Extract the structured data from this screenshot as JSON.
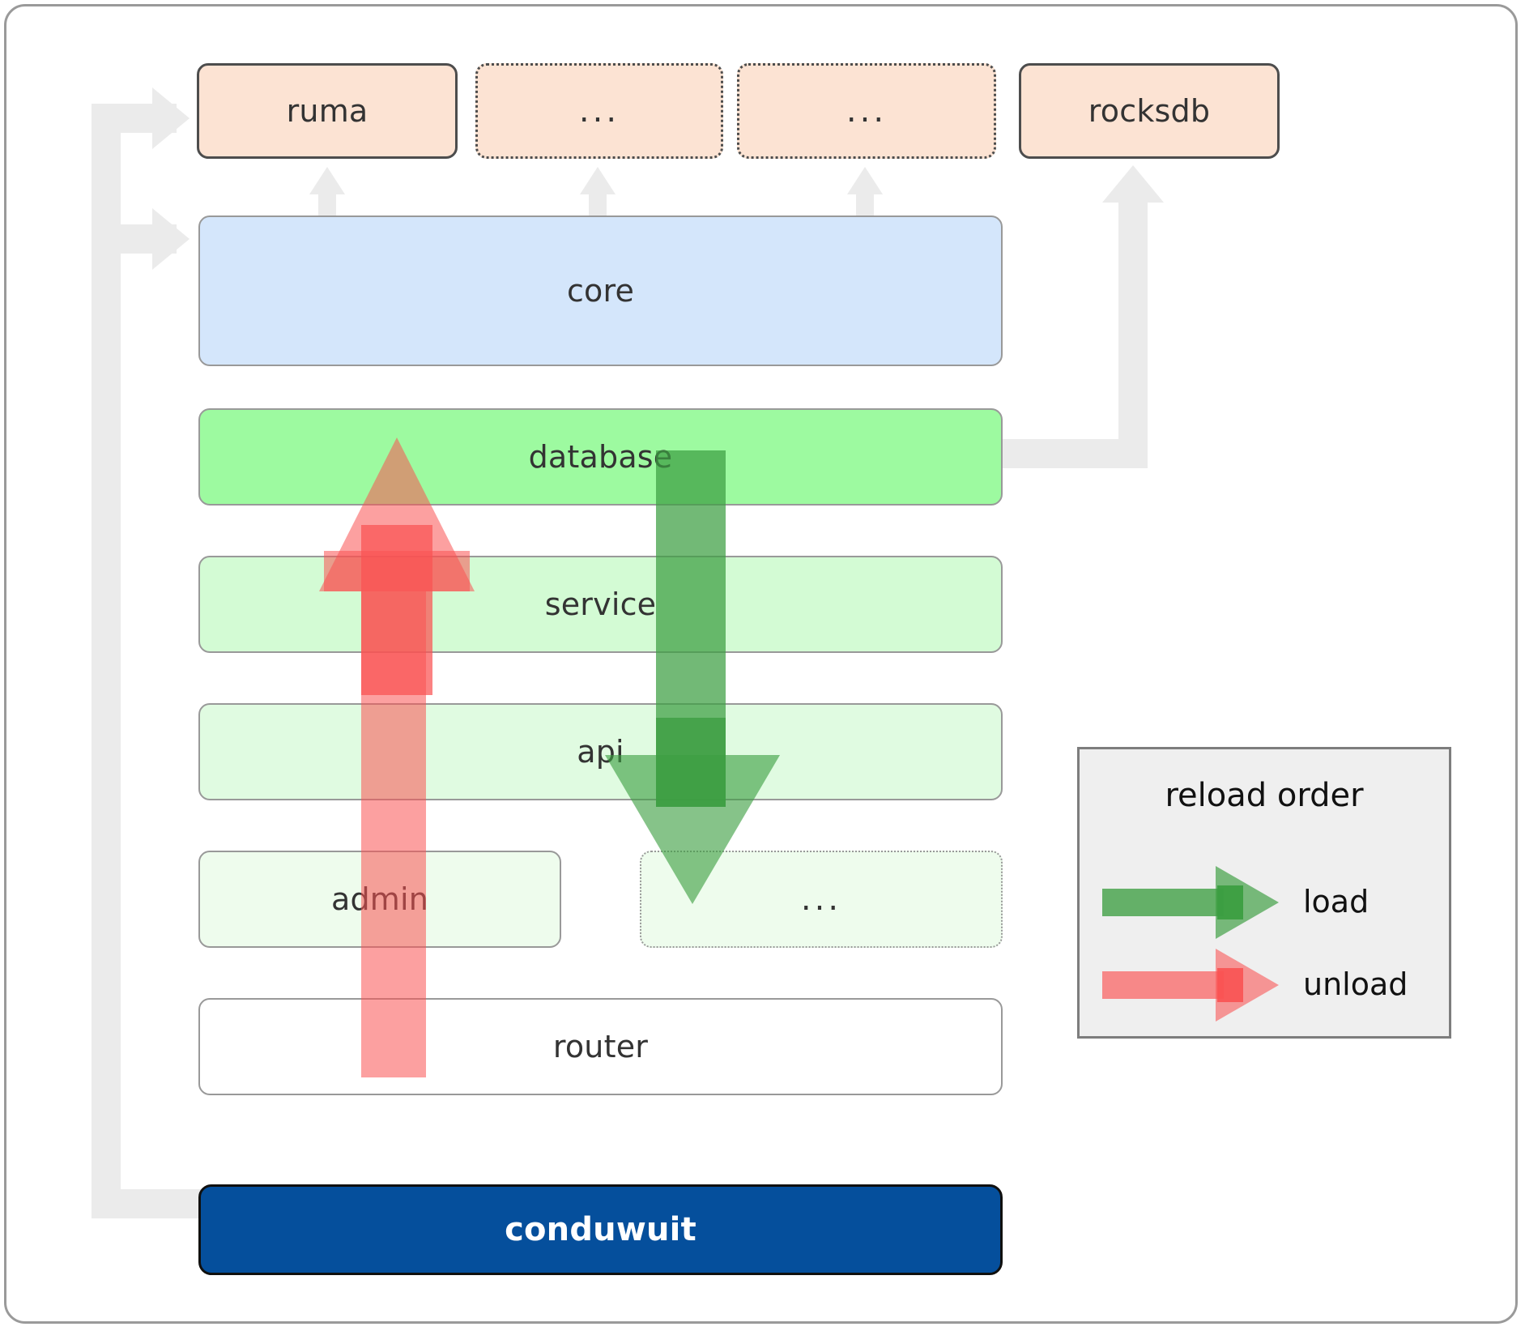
{
  "diagram": {
    "title": "conduwuit crate layering / reload order",
    "colors": {
      "crate_fill": "#fce3d3",
      "crate_stroke": "#4d4d4d",
      "core_fill": "#d4e6fb",
      "database_fill": "#9dfaa0",
      "service_fill": "#d3fbd4",
      "api_fill": "#e0fbe1",
      "admin_fill": "#eefced",
      "router_fill": "#ffffff",
      "app_fill": "#054f9c",
      "pipe": "#ebebeb",
      "load_green": "#3c9e41",
      "unload_red": "#fa5252",
      "legend_bg": "#efefef"
    },
    "external_crates": [
      {
        "label": "ruma",
        "style": "solid",
        "icon": "crate-box"
      },
      {
        "label": "...",
        "style": "dashed",
        "icon": "ellipsis-box"
      },
      {
        "label": "...",
        "style": "dashed",
        "icon": "ellipsis-box"
      },
      {
        "label": "rocksdb",
        "style": "solid",
        "icon": "crate-box"
      }
    ],
    "core": {
      "label": "core"
    },
    "layers": [
      {
        "label": "database",
        "style": "solid"
      },
      {
        "label": "service",
        "style": "solid"
      },
      {
        "label": "api",
        "style": "solid"
      },
      {
        "label": "admin",
        "style": "solid"
      },
      {
        "label": "...",
        "style": "dashed"
      },
      {
        "label": "router",
        "style": "solid"
      }
    ],
    "app": {
      "label": "conduwuit"
    },
    "legend": {
      "title": "reload order",
      "entries": [
        {
          "label": "load",
          "color": "#3c9e41",
          "icon": "arrow-right-icon"
        },
        {
          "label": "unload",
          "color": "#fa5252",
          "icon": "arrow-right-icon"
        }
      ]
    },
    "flows": [
      {
        "name": "load",
        "direction": "down",
        "from": "database",
        "to": "router"
      },
      {
        "name": "unload",
        "direction": "up",
        "from": "router",
        "to": "database"
      }
    ]
  }
}
